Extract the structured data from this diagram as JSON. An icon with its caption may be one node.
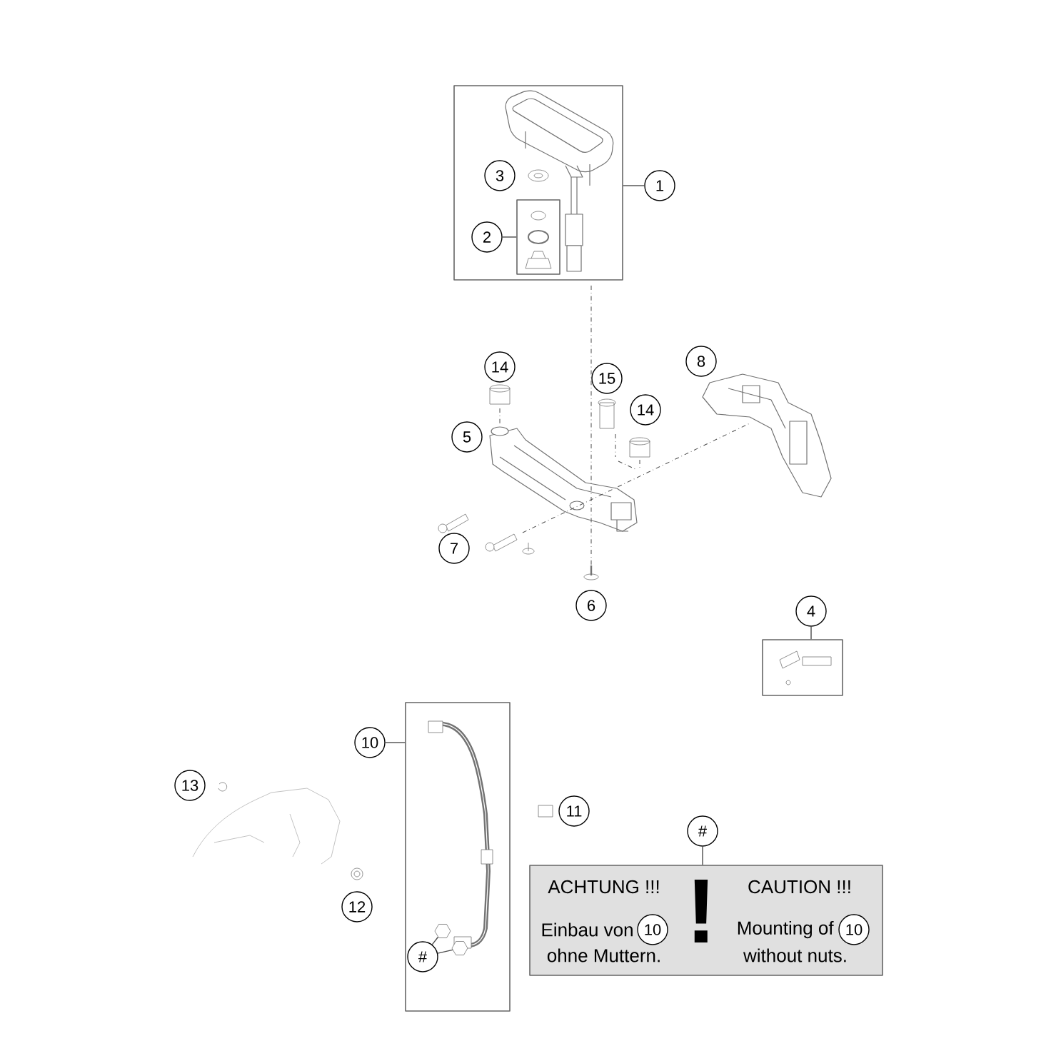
{
  "diagram": {
    "nodes": [
      {
        "text": [],
        "shape": "box"
      },
      {
        "text": [
          "1"
        ]
      },
      {
        "text": [
          "3"
        ],
        "in": 0
      },
      {
        "text": [],
        "shape": "box",
        "in": 0
      },
      {
        "text": [
          "2"
        ],
        "in": 0
      },
      {
        "text": [
          "14"
        ]
      },
      {
        "text": [
          "5"
        ]
      },
      {
        "text": [
          "15"
        ]
      },
      {
        "text": [
          "14"
        ]
      },
      {
        "text": [
          "8"
        ]
      },
      {
        "text": [
          "7"
        ]
      },
      {
        "text": [
          "6"
        ]
      },
      {
        "text": [],
        "shape": "box"
      },
      {
        "text": [
          "4"
        ]
      },
      {
        "text": [],
        "shape": "box"
      },
      {
        "text": [
          "10"
        ]
      },
      {
        "text": [
          "13"
        ]
      },
      {
        "text": [
          "11"
        ]
      },
      {
        "text": [
          "12"
        ]
      },
      {
        "text": [
          "#"
        ],
        "in": 14
      },
      {
        "text": [],
        "shape": "picture",
        "in": 14
      },
      {
        "text": [],
        "shape": "picture",
        "in": 14
      },
      {
        "text": [
          "ACHTUNG !!!",
          "!",
          "CAUTION !!!",
          "Einbau von",
          "ohne Muttern.",
          "Mounting of",
          "without nuts."
        ]
      },
      {
        "text": [
          "10"
        ],
        "in": 22
      },
      {
        "text": [
          "10"
        ],
        "in": 22
      },
      {
        "text": [
          "#"
        ]
      }
    ],
    "edges": [
      {
        "from": 1,
        "to": 0,
        "arrow": "none"
      },
      {
        "from": 4,
        "to": 3,
        "arrow": "none"
      },
      {
        "from": 13,
        "to": 12,
        "arrow": "none"
      },
      {
        "from": 15,
        "to": 14,
        "arrow": "none"
      },
      {
        "from": 19,
        "to": 20,
        "arrow": "none"
      },
      {
        "from": 19,
        "to": 21,
        "arrow": "none"
      },
      {
        "from": 25,
        "to": 22,
        "arrow": "none"
      }
    ]
  }
}
